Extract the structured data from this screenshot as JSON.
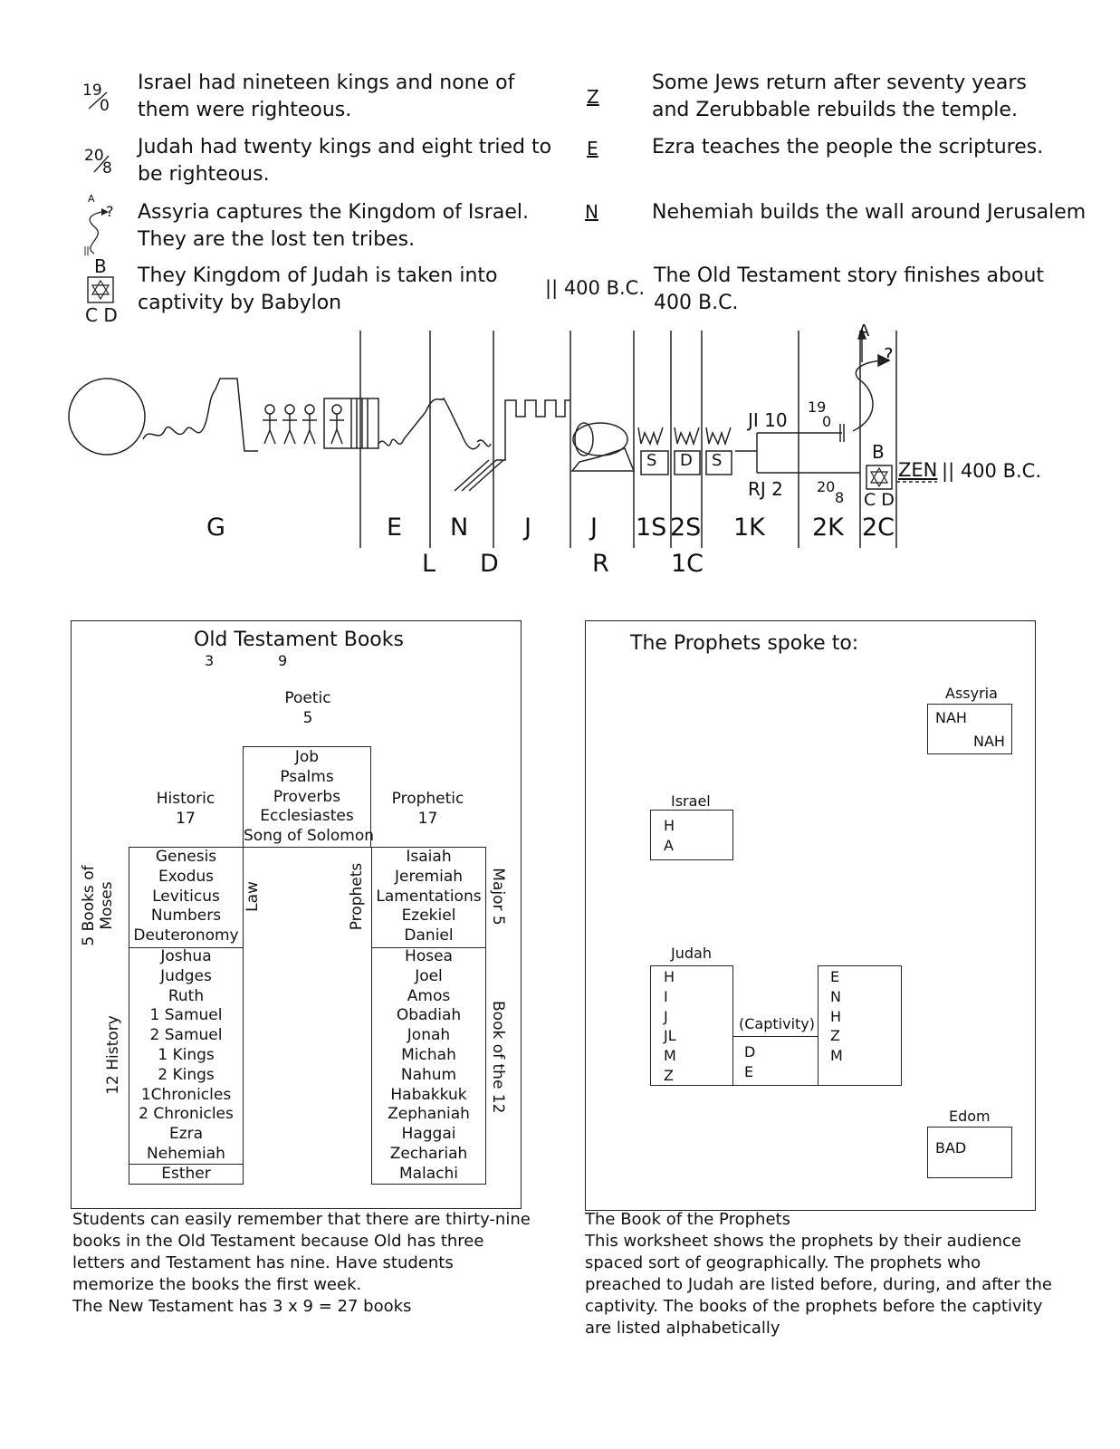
{
  "legend_left": [
    {
      "symbol_top": "19",
      "symbol_bottom": "0",
      "text": [
        "Israel had nineteen kings and none of",
        "them were righteous."
      ]
    },
    {
      "symbol_top": "20",
      "symbol_bottom": "8",
      "text": [
        "Judah had twenty kings and eight tried to",
        "be righteous."
      ]
    },
    {
      "symbol_label": "A",
      "symbol_q": "?",
      "text": [
        "Assyria captures the Kingdom of Israel.",
        "They are the lost ten tribes."
      ]
    },
    {
      "symbol_top": "B",
      "symbol_bottom": "C D",
      "text": [
        "They Kingdom of Judah is taken into",
        "captivity by Babylon"
      ]
    }
  ],
  "legend_right": [
    {
      "symbol": "Z",
      "text": [
        "Some Jews return after seventy years",
        "and Zerubbable rebuilds the temple."
      ]
    },
    {
      "symbol": "E",
      "text": [
        "Ezra teaches the people the scriptures."
      ]
    },
    {
      "symbol": "N",
      "text": [
        "Nehemiah builds the wall around Jerusalem"
      ]
    },
    {
      "symbol": "|| 400 B.C.",
      "text": [
        "The Old Testament story finishes about",
        "400 B.C."
      ]
    }
  ],
  "timeline": {
    "top_letters": [
      "G",
      "E",
      "N",
      "J",
      "J",
      "1S",
      "2S",
      "1K",
      "2K",
      "2C"
    ],
    "bottom_letters": [
      "L",
      "D",
      "R",
      "1C"
    ],
    "crown_labels": [
      "S",
      "D",
      "S"
    ],
    "ji": "JI 10",
    "rj": "RJ 2",
    "f19_top": "19",
    "f19_bottom": "0",
    "f20_top": "20",
    "f20_bottom": "8",
    "a": "A",
    "q": "?",
    "b": "B",
    "cd": "C D",
    "zen": "ZEN",
    "end": "|| 400 B.C."
  },
  "ot_books": {
    "title": "Old Testament Books",
    "count_old": "3",
    "count_testament": "9",
    "poetic_label": "Poetic",
    "poetic_count": "5",
    "poetic": [
      "Job",
      "Psalms",
      "Proverbs",
      "Ecclesiastes",
      "Song of Solomon"
    ],
    "historic_label": "Historic",
    "historic_count": "17",
    "prophetic_label": "Prophetic",
    "prophetic_count": "17",
    "law": [
      "Genesis",
      "Exodus",
      "Leviticus",
      "Numbers",
      "Deuteronomy"
    ],
    "history": [
      "Joshua",
      "Judges",
      "Ruth",
      "1 Samuel",
      "2 Samuel",
      "1 Kings",
      "2 Kings",
      "1Chronicles",
      "2 Chronicles",
      "Ezra",
      "Nehemiah"
    ],
    "esther": "Esther",
    "major": [
      "Isaiah",
      "Jeremiah",
      "Lamentations",
      "Ezekiel",
      "Daniel"
    ],
    "minor": [
      "Hosea",
      "Joel",
      "Amos",
      "Obadiah",
      "Jonah",
      "Michah",
      "Nahum",
      "Habakkuk",
      "Zephaniah",
      "Haggai",
      "Zechariah",
      "Malachi"
    ],
    "side_moses": [
      "5 Books of",
      "Moses"
    ],
    "side_history": "12 History",
    "side_law": "Law",
    "side_prophets": "Prophets",
    "side_major": "Major 5",
    "side_book12": "Book of the 12",
    "note": [
      "Students can easily remember that there are thirty-nine",
      "books in the Old Testament because Old has three",
      "letters and Testament has nine.  Have students",
      "memorize the books the first week.",
      "The New Testament has 3 x 9 = 27 books"
    ]
  },
  "prophets": {
    "title": "The Prophets spoke to:",
    "assyria": "Assyria",
    "assyria_items": [
      "NAH",
      "NAH"
    ],
    "israel": "Israel",
    "israel_items": [
      "H",
      "A"
    ],
    "judah": "Judah",
    "judah_before": [
      "H",
      "I",
      "J",
      "JL",
      "M",
      "Z"
    ],
    "captivity": "(Captivity)",
    "captivity_items": [
      "D",
      "E"
    ],
    "judah_after": [
      "E",
      "N",
      "H",
      "Z",
      "M"
    ],
    "edom": "Edom",
    "edom_items": [
      "BAD"
    ],
    "note": [
      "The Book of the Prophets",
      "This worksheet shows the prophets by their audience",
      "spaced sort of geographically.  The prophets who",
      "preached to Judah are listed before, during, and after the",
      "captivity.  The books of the prophets before the captivity",
      "are listed alphabetically"
    ]
  }
}
